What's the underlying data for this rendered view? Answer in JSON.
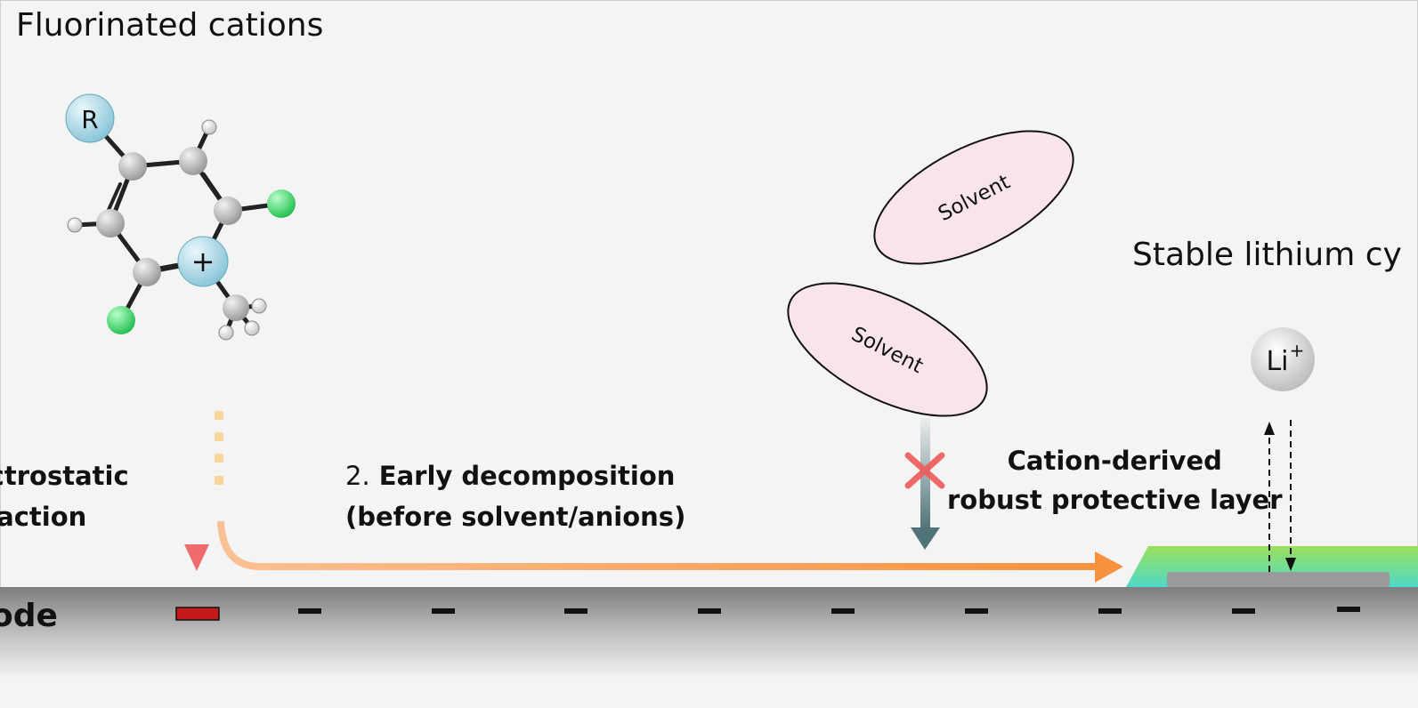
{
  "title": "Fluorinated cations",
  "stable_label": "Stable lithium cy",
  "electrostatic": {
    "line1": "ectrostatic",
    "line2": "traction"
  },
  "early_decomposition": {
    "number": "2.",
    "bold": "Early decomposition",
    "line2": "(before solvent/anions)"
  },
  "protective_layer": {
    "line1": "Cation-derived",
    "line2": "robust protective layer"
  },
  "solvent_labels": [
    "Solvent",
    "Solvent"
  ],
  "molecule": {
    "substituent": "R",
    "charge": "+"
  },
  "lithium_ion": "Li",
  "lithium_ion_charge": "+",
  "anode_label": "ode",
  "colors": {
    "carbon": "#a9a9a9",
    "hydrogen": "#e9e9e9",
    "fluorine": "#22cc55",
    "nitrogen": "#9fd4e4",
    "cation_arrow": "#f06b6b",
    "decomposition_arrow": "#f9a24a",
    "solvent_fill": "#f9e4ec",
    "solvent_arrow": "#4f7378",
    "blocked_mark": "#ef5a5a",
    "protective_layer_top": "#9be05a",
    "protective_layer_bottom": "#4fd9c9",
    "anode_charge": "#111111",
    "adsorbed_cation_charge": "#c41a1a"
  }
}
